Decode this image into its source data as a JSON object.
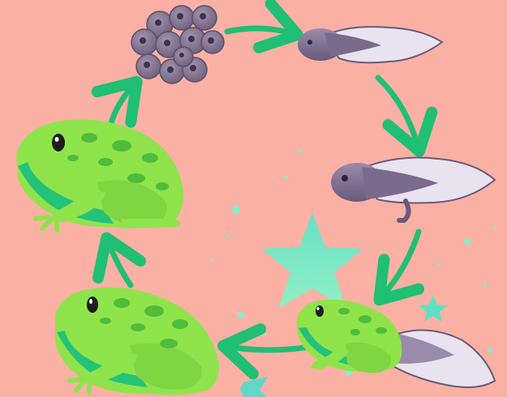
{
  "diagram": {
    "type": "cycle",
    "stages": [
      {
        "id": "eggs",
        "icon": "frog-eggs-icon"
      },
      {
        "id": "tadpole",
        "icon": "tadpole-icon"
      },
      {
        "id": "tadpole-with-legs",
        "icon": "tadpole-with-legs-icon"
      },
      {
        "id": "froglet",
        "icon": "froglet-icon"
      },
      {
        "id": "young-frog",
        "icon": "young-frog-icon"
      },
      {
        "id": "adult-frog",
        "icon": "adult-frog-icon"
      }
    ],
    "arrow_direction": "clockwise"
  },
  "colors": {
    "background": "#fbb0a4",
    "arrow": "#1fbf74",
    "frog_light": "#8fe34b",
    "frog_dark": "#4fbd3a",
    "frog_belly": "#25c27a",
    "tadpole": "#7a6a8c",
    "egg": "#7d6e88",
    "star": "#6ee8c5"
  }
}
